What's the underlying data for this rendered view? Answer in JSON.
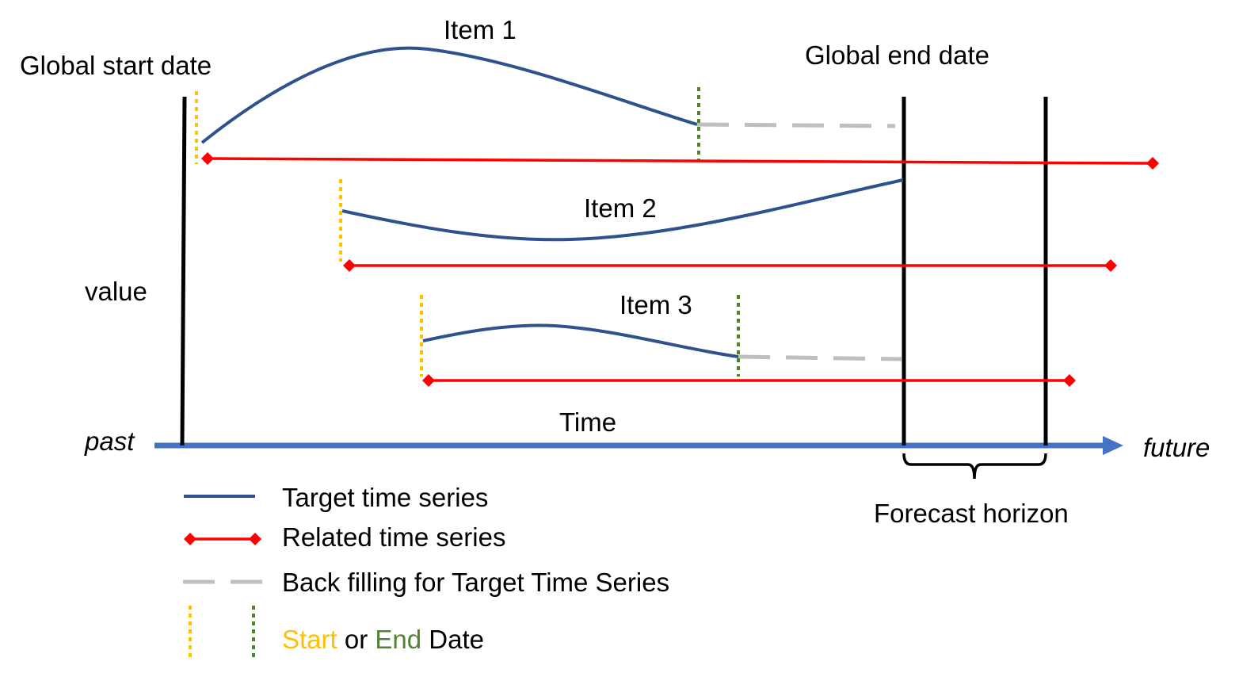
{
  "labels": {
    "global_start": "Global start date",
    "global_end": "Global end date",
    "value_axis": "value",
    "time_axis": "Time",
    "past": "past",
    "future": "future",
    "forecast_horizon": "Forecast horizon",
    "item1": "Item 1",
    "item2": "Item 2",
    "item3": "Item 3"
  },
  "legend": {
    "target": "Target time series",
    "related": "Related time series",
    "backfill": "Back filling for Target Time Series",
    "start_word": "Start",
    "or_word": " or ",
    "end_word": "End",
    "date_word": " Date"
  },
  "colors": {
    "target": "#2f528f",
    "related": "#ff0000",
    "backfill": "#bfbfbf",
    "start_marker": "#ffc000",
    "end_marker": "#548235",
    "time_axis": "#4472c4",
    "boundary": "#000000"
  },
  "icons": {
    "arrow": "arrow-head",
    "diamond": "diamond-marker",
    "brace": "curly-brace"
  }
}
